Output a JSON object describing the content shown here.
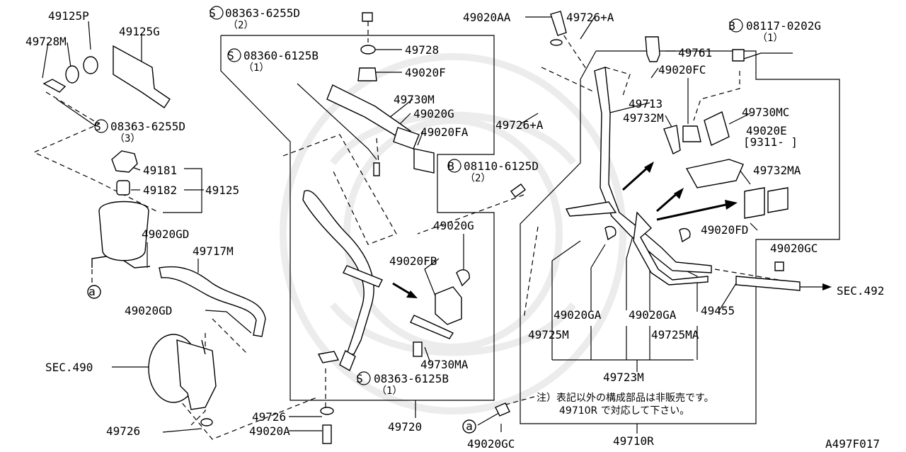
{
  "diagram": {
    "ref": "A497F017",
    "sec_labels": {
      "sec490": "SEC.490",
      "sec492": "SEC.492"
    },
    "note": {
      "line1": "注）表記以外の構成部品は非販売です。",
      "line2": "49710R で対応して下さい。"
    },
    "callout_a": "a",
    "bolt_codes": {
      "s_6255d_top": {
        "symbol": "S",
        "code": "08363-6255D",
        "qty": "（2）"
      },
      "s_6125b_top": {
        "symbol": "S",
        "code": "08360-6125B",
        "qty": "（1）"
      },
      "s_6255d_left": {
        "symbol": "S",
        "code": "08363-6255D",
        "qty": "（3）"
      },
      "s_6125b_bottom": {
        "symbol": "S",
        "code": "08363-6125B",
        "qty": "（1）"
      },
      "b_6125d": {
        "symbol": "B",
        "code": "08110-6125D",
        "qty": "（2）"
      },
      "b_0202g": {
        "symbol": "B",
        "code": "08117-0202G",
        "qty": "（1）"
      }
    },
    "parts": {
      "p49125P": "49125P",
      "p49728M": "49728M",
      "p49125G": "49125G",
      "p49181": "49181",
      "p49182": "49182",
      "p49125": "49125",
      "p49020GD_a": "49020GD",
      "p49717M": "49717M",
      "p49020GD_b": "49020GD",
      "p49726_a": "49726",
      "p49726_b": "49726",
      "p49020A": "49020A",
      "p49720": "49720",
      "p49728": "49728",
      "p49020F": "49020F",
      "p49730M": "49730M",
      "p49020G_a": "49020G",
      "p49020FA": "49020FA",
      "p49020G_b": "49020G",
      "p49020FB": "49020FB",
      "p49730MA": "49730MA",
      "p49020AA": "49020AA",
      "p49726A_a": "49726+A",
      "p49726A_b": "49726+A",
      "p49761": "49761",
      "p49020FC": "49020FC",
      "p49713": "49713",
      "p49732M": "49732M",
      "p49730MC": "49730MC",
      "p49020E": "49020E",
      "p49020E_date": "[9311-      ]",
      "p49732MA": "49732MA",
      "p49020FD": "49020FD",
      "p49020GC_a": "49020GC",
      "p49020GC_b": "49020GC",
      "p49455": "49455",
      "p49020GA_a": "49020GA",
      "p49020GA_b": "49020GA",
      "p49725M": "49725M",
      "p49725MA": "49725MA",
      "p49723M": "49723M",
      "p49710R": "49710R"
    }
  }
}
